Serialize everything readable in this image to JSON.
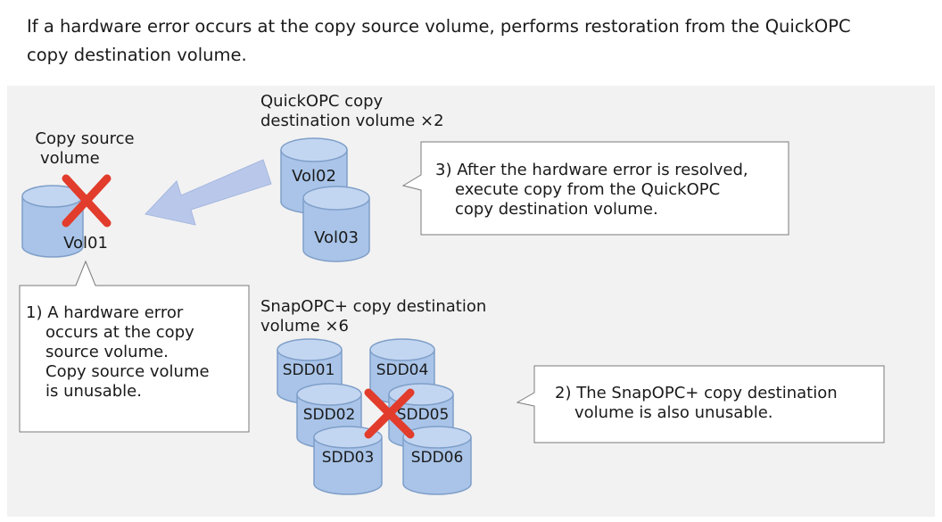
{
  "heading": {
    "line1": "If a hardware error occurs at the copy source volume, performs restoration from the QuickOPC",
    "line2": "copy destination volume."
  },
  "source": {
    "label_line1": "Copy source",
    "label_line2": "volume",
    "volume": "Vol01"
  },
  "quickopc": {
    "label_line1": "QuickOPC copy",
    "label_line2": "destination volume ×2",
    "volumes": [
      "Vol02",
      "Vol03"
    ]
  },
  "snapopc": {
    "label_line1": "SnapOPC+ copy destination",
    "label_line2": "volume ×6",
    "volumes": [
      "SDD01",
      "SDD04",
      "SDD02",
      "SDD05",
      "SDD03",
      "SDD06"
    ]
  },
  "callouts": {
    "step1": [
      "1) A hardware error",
      "occurs at the copy",
      "source volume.",
      "Copy source volume",
      "is unusable."
    ],
    "step2": [
      "2) The SnapOPC+ copy destination",
      "volume is also unusable."
    ],
    "step3": [
      "3) After the hardware error is resolved,",
      "execute copy from the QuickOPC",
      "copy destination volume."
    ]
  },
  "colors": {
    "panel": "#f2f2f2",
    "cylinder": "#a9c4e8",
    "cylinder_stroke": "#7f9fc9",
    "error_x": "#e23c2c",
    "arrow": "#b9c8ea"
  }
}
